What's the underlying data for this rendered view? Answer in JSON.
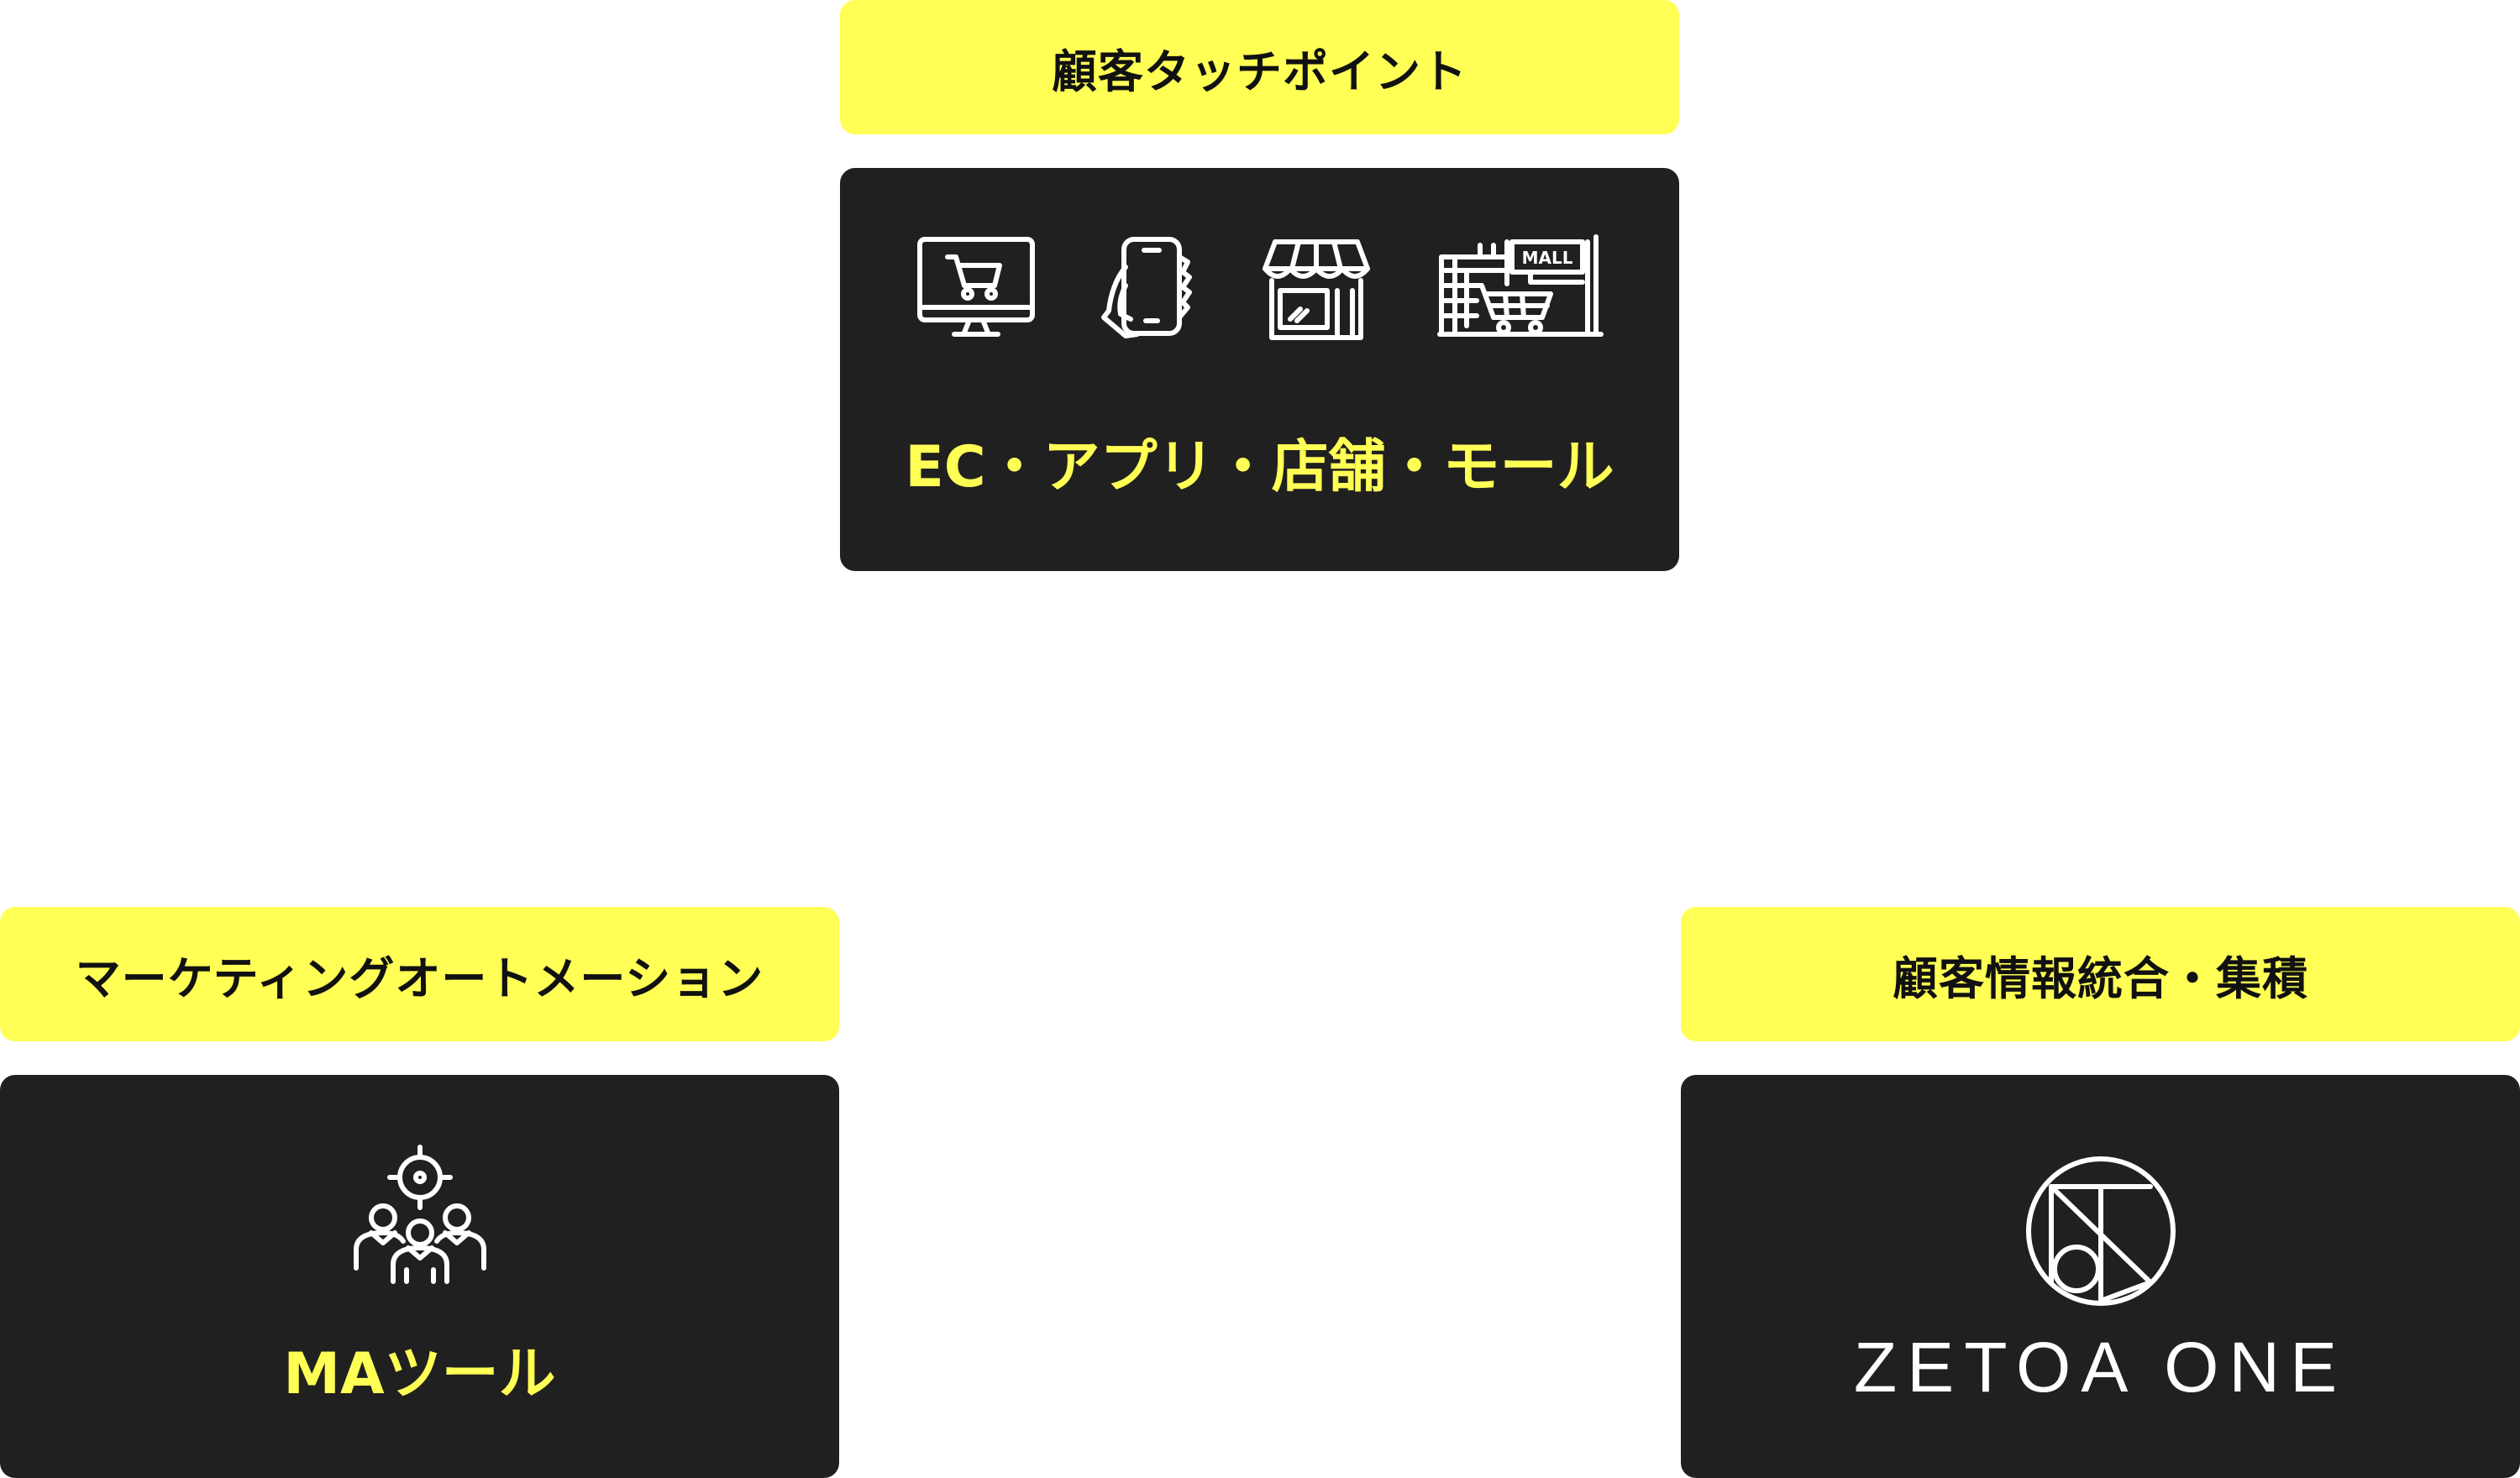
{
  "touchpoints": {
    "heading": "顧客タッチポイント",
    "caption": "EC・アプリ・店舗・モール",
    "icons": [
      "monitor-cart-icon",
      "smartphone-hand-icon",
      "storefront-icon",
      "mall-cart-icon"
    ],
    "mall_sign": "MALL"
  },
  "marketing": {
    "heading": "マーケティングオートメーション",
    "caption": "MAツール",
    "icon": "target-audience-icon"
  },
  "integration": {
    "heading": "顧客情報統合・集積",
    "brand": "ZETOA ONE",
    "icon": "zetoa-logo-icon"
  },
  "colors": {
    "accent_yellow": "#FFFF55",
    "panel_dark": "#202020",
    "text_dark": "#111111",
    "icon_white": "#FFFFFF"
  }
}
